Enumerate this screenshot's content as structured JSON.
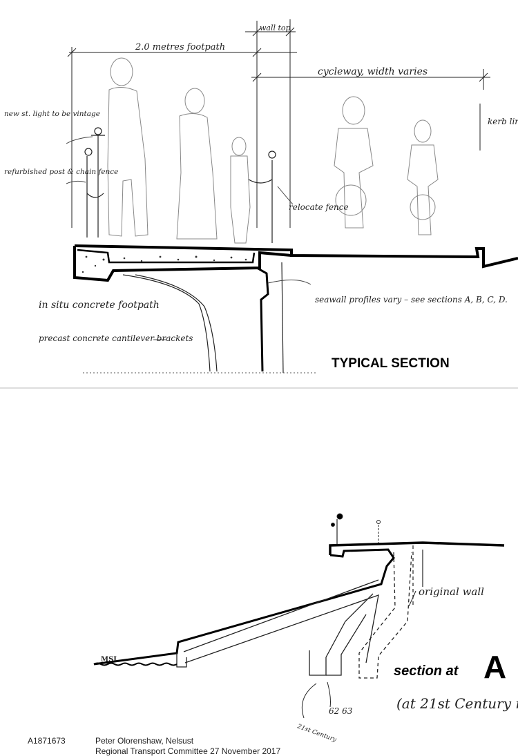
{
  "typical_section": {
    "title": "TYPICAL SECTION",
    "dimensions": {
      "footpath": "2.0 metres footpath",
      "wall_top": "wall top",
      "cycleway": "cycleway, width varies",
      "kerb_line": "kerb line varies"
    },
    "notes": {
      "street_light": "new st. light to be vintage",
      "post_chain": "refurbished post & chain fence",
      "fence": "relocate fence",
      "footpath": "in situ concrete footpath",
      "cantilever": "precast concrete cantilever brackets",
      "seawall": "seawall profiles vary – see sections A, B, C, D."
    }
  },
  "section_a": {
    "title_prefix": "section at",
    "title_letter": "A",
    "subtitle": "(at 21st Century n",
    "labels": {
      "msl": "MSL",
      "original_wall": "original wall",
      "year_1": "62 63",
      "year_2": "21st Century"
    }
  },
  "footer": {
    "doc_id": "A1871673",
    "author": "Peter Olorenshaw, Nelsust",
    "meeting": "Regional Transport Committee  27 November 2017"
  }
}
